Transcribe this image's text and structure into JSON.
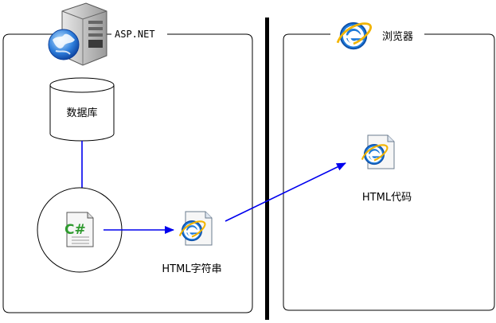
{
  "server": {
    "title": "ASP.NET",
    "database_label": "数据库",
    "csharp_label": "C#",
    "html_string_label": "HTML字符串"
  },
  "browser": {
    "title": "浏览器",
    "html_code_label": "HTML代码"
  },
  "colors": {
    "arrow": "#0000ee",
    "divider": "#000000",
    "border": "#000000",
    "csharp": "#2e9a2e",
    "ie_blue": "#1a6fd0"
  },
  "icons": [
    "server-globe-icon",
    "ie-icon",
    "database-icon",
    "csharp-file-icon",
    "html-file-icon"
  ]
}
